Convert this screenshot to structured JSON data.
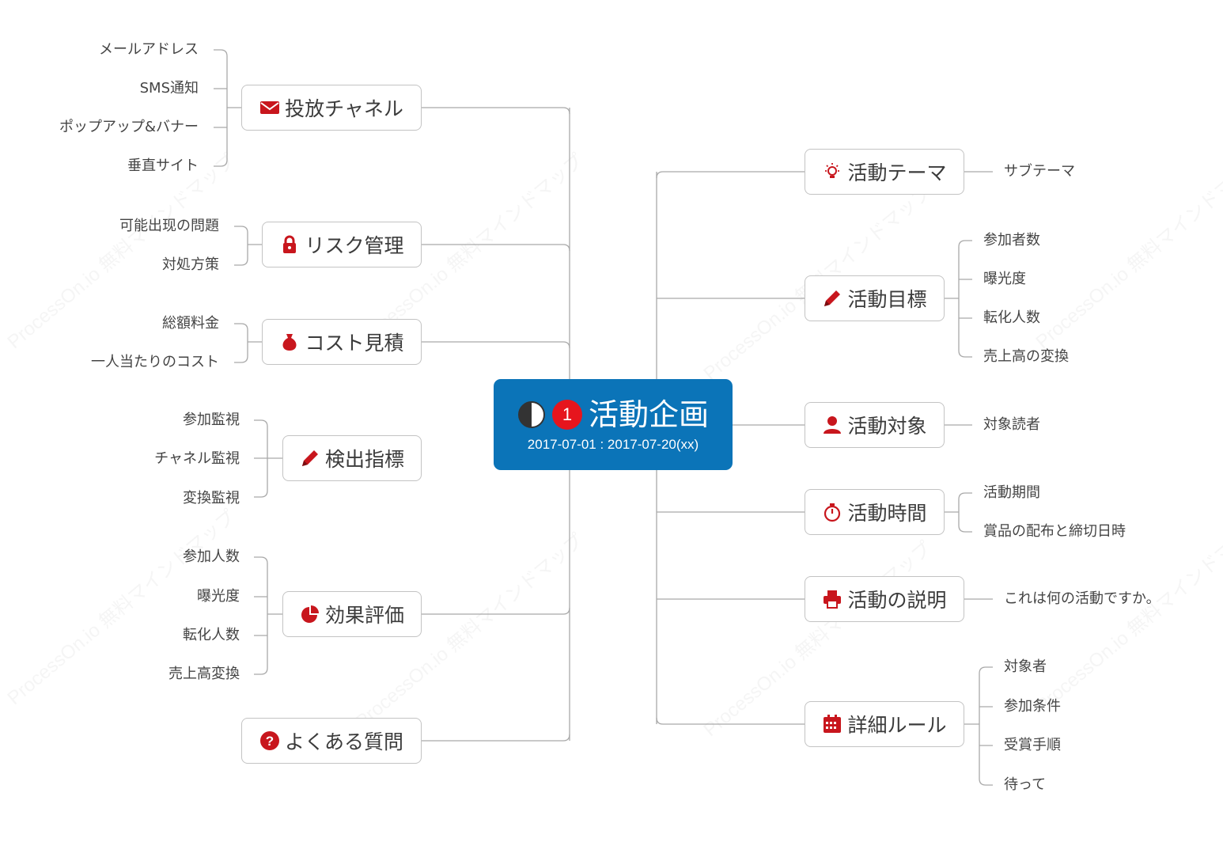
{
  "root": {
    "title": "活動企画",
    "dates": "2017-07-01 : 2017-07-20(xx)",
    "priority": "1",
    "icons": [
      "half-circle-icon",
      "priority-1-icon"
    ],
    "color": "#0b74b8"
  },
  "watermark": "ProcessOn.io 無料マインドマップ",
  "left_branches": [
    {
      "label": "投放チャネル",
      "icon": "envelope-icon",
      "children": [
        "メールアドレス",
        "SMS通知",
        "ポップアップ&バナー",
        "垂直サイト"
      ]
    },
    {
      "label": "リスク管理",
      "icon": "lock-icon",
      "children": [
        "可能出现の問題",
        "対処方策"
      ]
    },
    {
      "label": "コスト見積",
      "icon": "money-bag-icon",
      "children": [
        "総額料金",
        "一人当たりのコスト"
      ]
    },
    {
      "label": "検出指標",
      "icon": "pencil-icon",
      "children": [
        "参加監視",
        "チャネル監視",
        "変換監視"
      ]
    },
    {
      "label": "効果評価",
      "icon": "pie-chart-icon",
      "children": [
        "参加人数",
        "曝光度",
        "転化人数",
        "売上高変換"
      ]
    },
    {
      "label": "よくある質問",
      "icon": "question-circle-icon",
      "children": []
    }
  ],
  "right_branches": [
    {
      "label": "活動テーマ",
      "icon": "lightbulb-icon",
      "children": [
        "サブテーマ"
      ]
    },
    {
      "label": "活動目標",
      "icon": "pencil-icon",
      "children": [
        "参加者数",
        "曝光度",
        "転化人数",
        "売上高の変換"
      ]
    },
    {
      "label": "活動対象",
      "icon": "user-icon",
      "children": [
        "対象読者"
      ]
    },
    {
      "label": "活動時間",
      "icon": "stopwatch-icon",
      "children": [
        "活動期間",
        "賞品の配布と締切日時"
      ]
    },
    {
      "label": "活動の説明",
      "icon": "printer-icon",
      "children": [
        "これは何の活動ですか。"
      ]
    },
    {
      "label": "詳細ルール",
      "icon": "calendar-icon",
      "children": [
        "対象者",
        "参加条件",
        "受賞手順",
        "待って"
      ]
    }
  ],
  "colors": {
    "icon": "#c8161d",
    "line": "#a9a9a9",
    "border": "#c3c3c3"
  }
}
